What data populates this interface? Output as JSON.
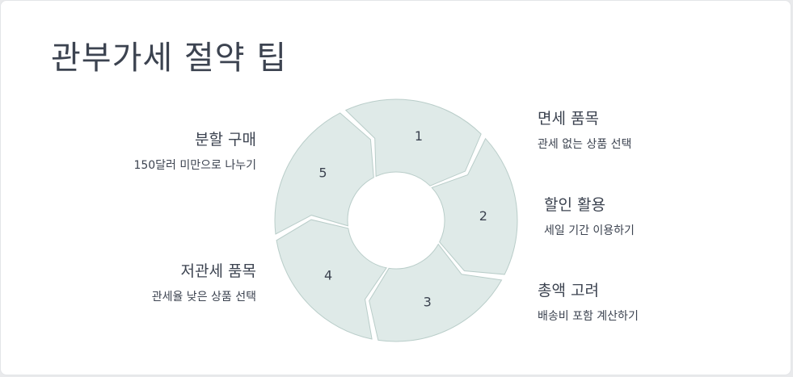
{
  "title": "관부가세 절약 팁",
  "steps": [
    {
      "num": "1",
      "title": "분할 구매",
      "desc": "150달러 미만으로 나누기"
    },
    {
      "num": "2",
      "title": "면세 품목",
      "desc": "관세 없는 상품 선택"
    },
    {
      "num": "3",
      "title": "할인 활용",
      "desc": "세일 기간 이용하기"
    },
    {
      "num": "4",
      "title": "총액 고려",
      "desc": "배송비 포함 계산하기"
    },
    {
      "num": "5",
      "title": "저관세 품목",
      "desc": "관세율 낮은 상품 선택"
    }
  ],
  "colors": {
    "segment_fill": "#dfeae8",
    "segment_stroke": "#b9cdc9",
    "text": "#3c4350"
  }
}
